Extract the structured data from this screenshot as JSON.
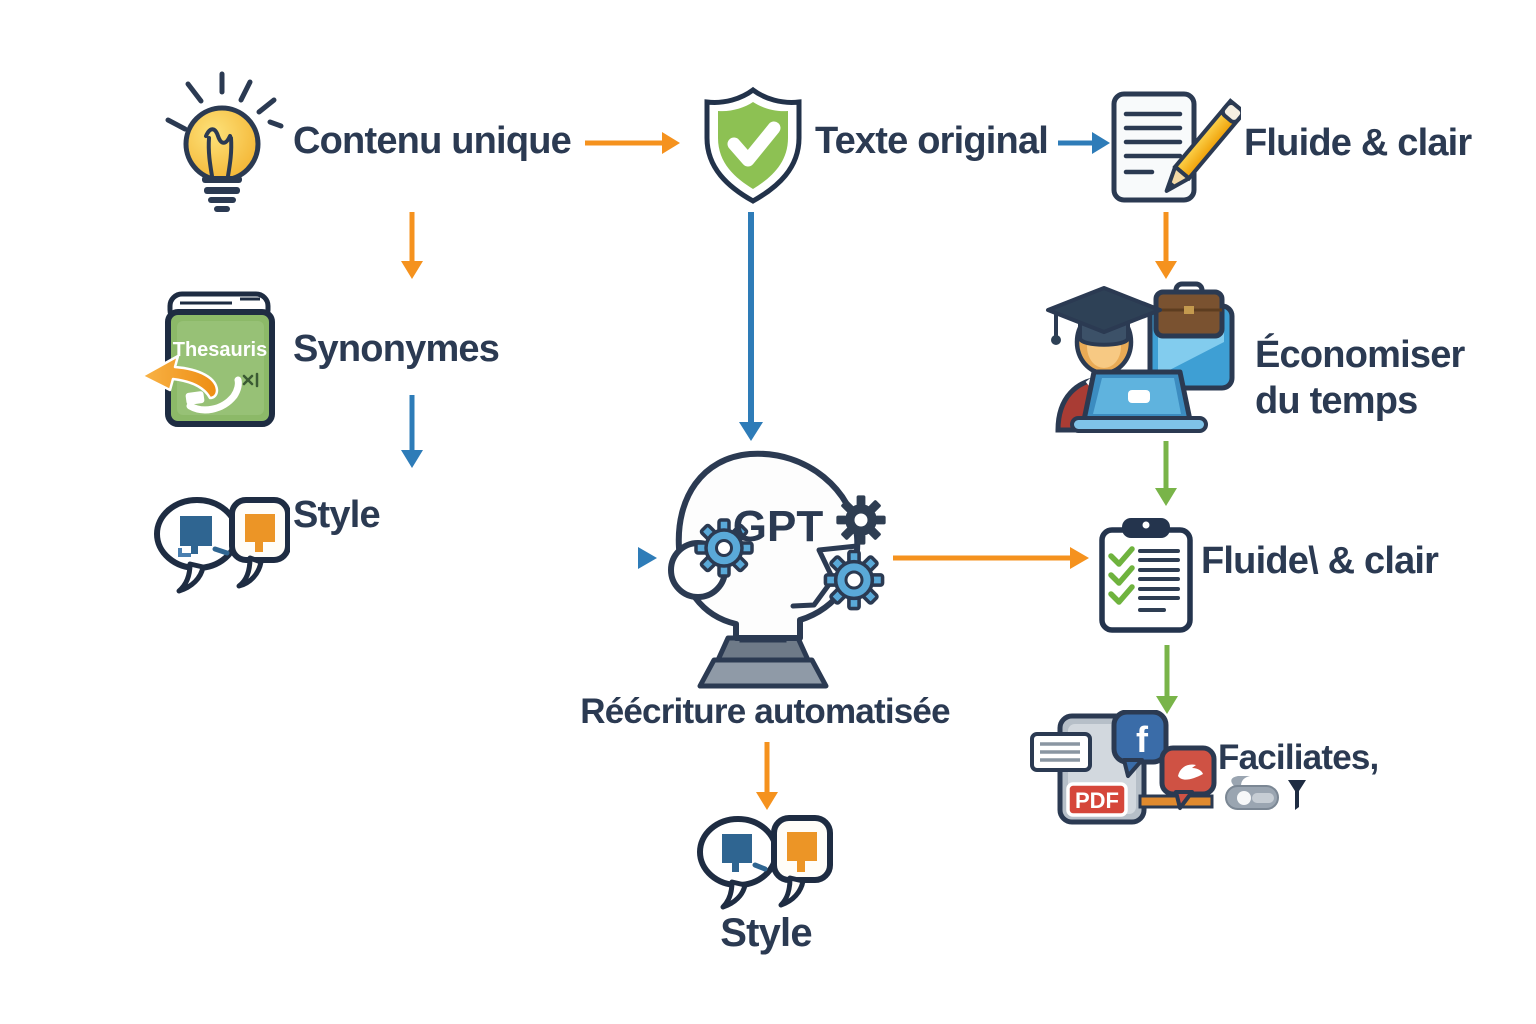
{
  "colors": {
    "text": "#2b3a52",
    "orange": "#f5921e",
    "blue": "#2e7cb8",
    "green": "#79b449"
  },
  "nodes": {
    "contenu_unique": {
      "label": "Contenu unique",
      "icon": "lightbulb-icon"
    },
    "texte_original": {
      "label": "Texte original",
      "icon": "shield-check-icon"
    },
    "fluide_clair_top": {
      "label": "Fluide & clair",
      "icon": "document-pencil-icon"
    },
    "synonymes": {
      "label": "Synonymes",
      "icon": "thesaurus-book-icon",
      "book_title": "Thesauris"
    },
    "style_left": {
      "label": "Style",
      "icon": "chat-bubbles-icon"
    },
    "gpt": {
      "label": "GPT",
      "caption": "Réécriture automatisée",
      "icon": "robot-head-gears-icon"
    },
    "economiser": {
      "label_line1": "Économiser",
      "label_line2": "du temps",
      "icon": "graduate-laptop-icon"
    },
    "fluide_clair_right": {
      "label": "Fluide\\ & clair",
      "icon": "clipboard-checklist-icon"
    },
    "faciliates": {
      "label": "Faciliates,",
      "icon": "pdf-social-icons",
      "pdf_badge": "PDF",
      "facebook_letter": "f"
    },
    "style_bottom": {
      "label": "Style",
      "icon": "chat-bubbles-icon"
    }
  }
}
